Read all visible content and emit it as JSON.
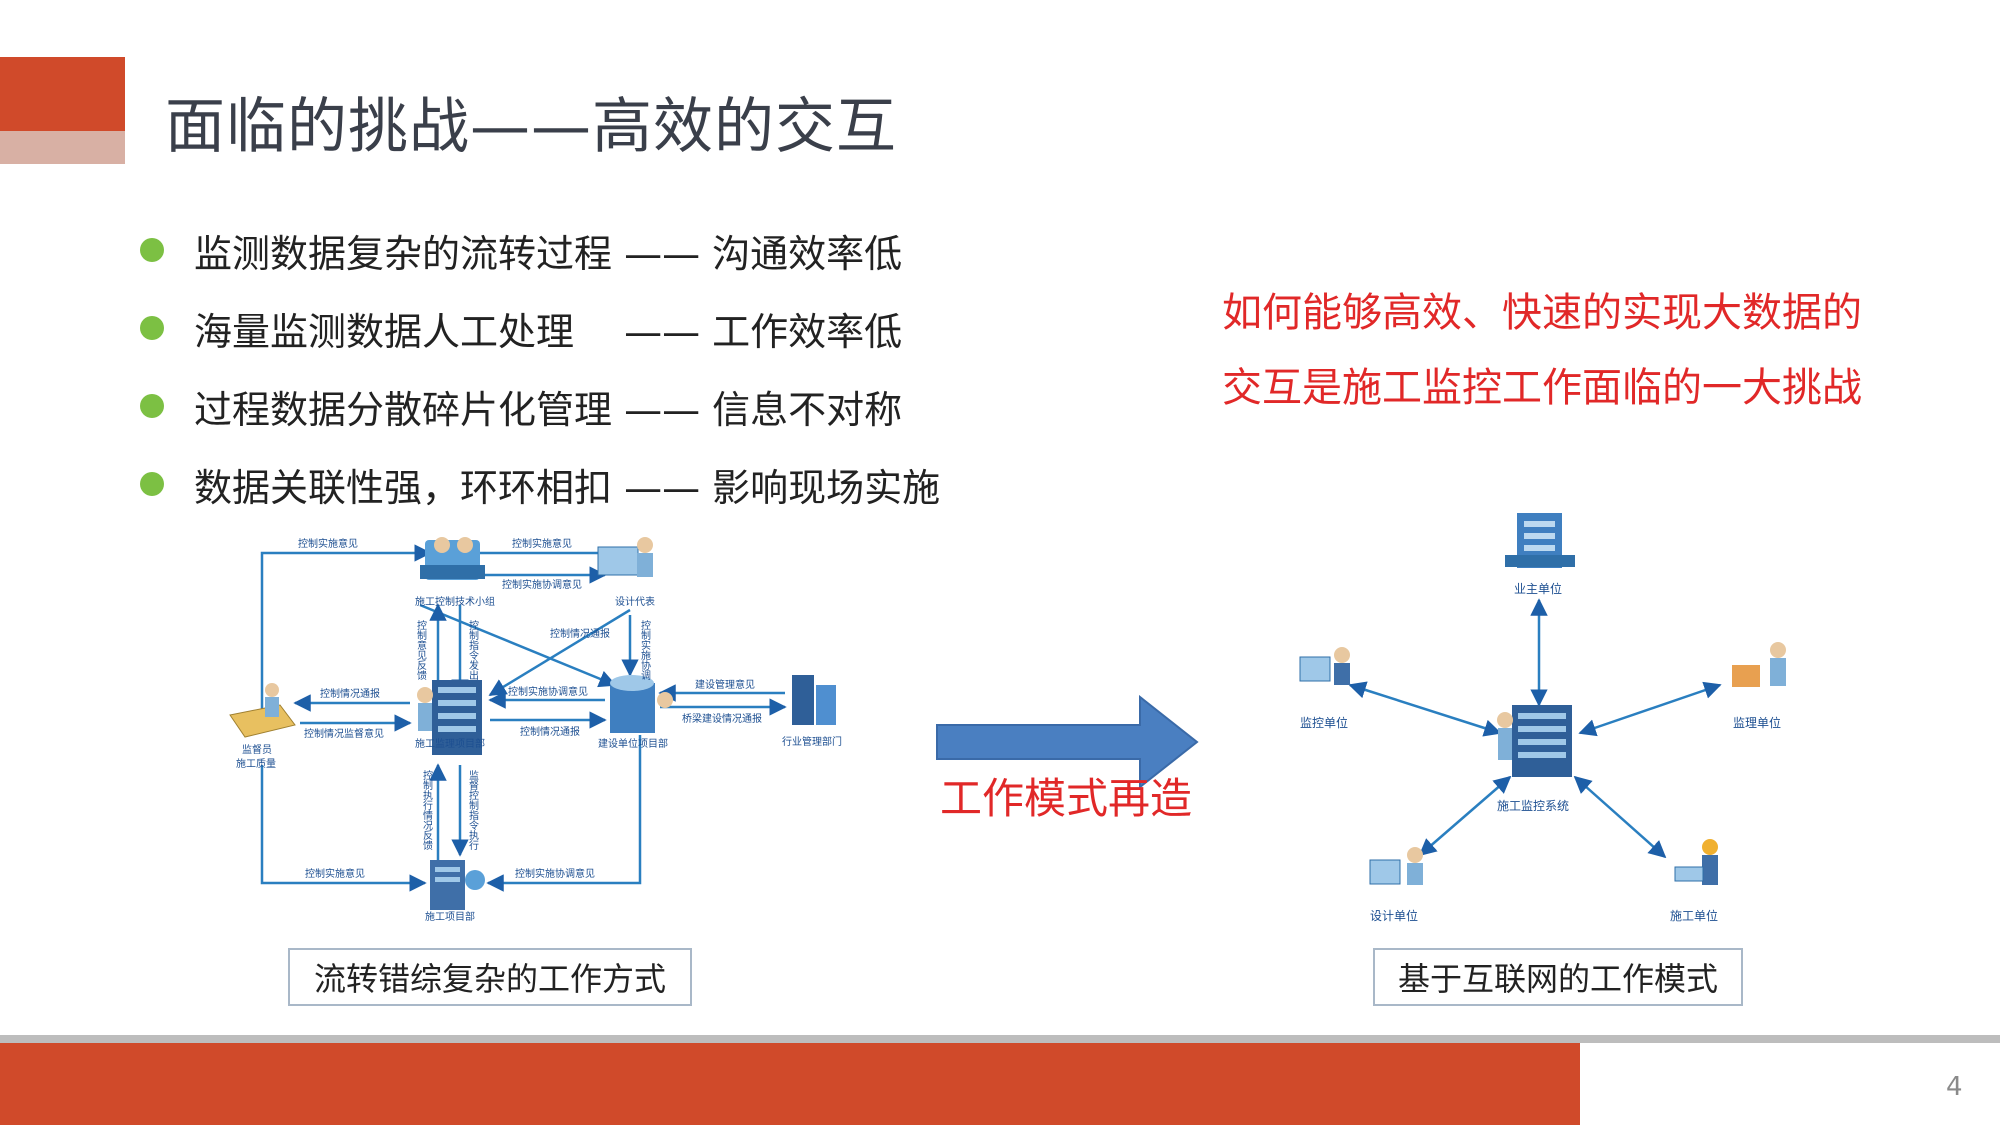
{
  "title": "面临的挑战——高效的交互",
  "bullets": [
    "监测数据复杂的流转过程 —— 沟通效率低",
    "海量监测数据人工处理　 —— 工作效率低",
    "过程数据分散碎片化管理 —— 信息不对称",
    "数据关联性强，环环相扣 —— 影响现场实施"
  ],
  "challenge": {
    "line1": "如何能够高效、快速的实现大数据的",
    "line2": "交互是施工监控工作面临的一大挑战"
  },
  "arrow_label": "工作模式再造",
  "left_diagram": {
    "caption": "流转错综复杂的工作方式",
    "nodes": {
      "tech_group": "施工控制技术小组",
      "designer": "设计代表",
      "supervisor_l1": "监督员",
      "supervisor_l2": "施工质量",
      "monitor_dept": "施工监理项目部",
      "owner_dept": "建设单位项目部",
      "industry_dept": "行业管理部门",
      "construct_dept": "施工项目部"
    },
    "edges": {
      "top_left": "控制实施意见",
      "top_right": "控制实施意见",
      "coord_top": "控制实施协调意见",
      "notify_right": "控制情况通报",
      "left_notify": "控制情况通报",
      "left_supervise": "控制情况监督意见",
      "mid_coord": "控制实施协调意见",
      "mid_notify": "控制情况通报",
      "build_opinion": "建设管理意见",
      "bridge_report": "桥梁建设情况通报",
      "bottom_left": "控制实施意见",
      "bottom_right": "控制实施协调意见",
      "v_feedback": "控制意见反馈",
      "v_command": "控制指令发出",
      "v_coordinate": "控制实施协调",
      "v_exec_feedback": "控制执行情况反馈",
      "v_supervise_cmd": "监督控制指令执行"
    }
  },
  "right_diagram": {
    "caption": "基于互联网的工作模式",
    "center": "施工监控系统",
    "nodes": {
      "top": "业主单位",
      "left": "监控单位",
      "right": "监理单位",
      "bottom_left": "设计单位",
      "bottom_right": "施工单位"
    }
  },
  "page_number": "4",
  "colors": {
    "accent_orange": "#d04a2a",
    "accent_pink": "#d8b0a4",
    "bullet_green": "#7cc043",
    "challenge_red": "#e12828",
    "arrow_blue": "#4a7fc1",
    "line_blue": "#2a7fc0"
  }
}
